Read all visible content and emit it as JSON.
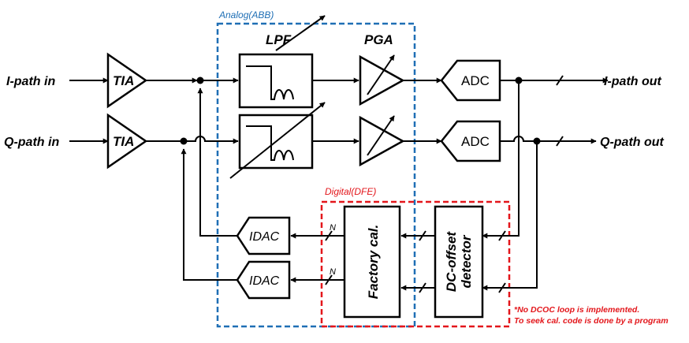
{
  "colors": {
    "analog": "#1f6fb5",
    "digital": "#e3161b",
    "note": "#e3161b"
  },
  "regions": {
    "analog": "Analog(ABB)",
    "digital": "Digital(DFE)"
  },
  "inputs": {
    "i": "I-path in",
    "q": "Q-path in"
  },
  "outputs": {
    "i": "I-path out",
    "q": "Q-path out"
  },
  "blocks": {
    "tia": "TIA",
    "lpf": "LPF",
    "pga": "PGA",
    "adc": "ADC",
    "idac": "IDAC",
    "factory_cal": "Factory cal.",
    "dc_offset_line1": "DC-offset",
    "dc_offset_line2": "detector",
    "bus_n": "N"
  },
  "note": {
    "line1": "*No DCOC loop is implemented.",
    "line2": "To seek cal. code is done by a program"
  }
}
